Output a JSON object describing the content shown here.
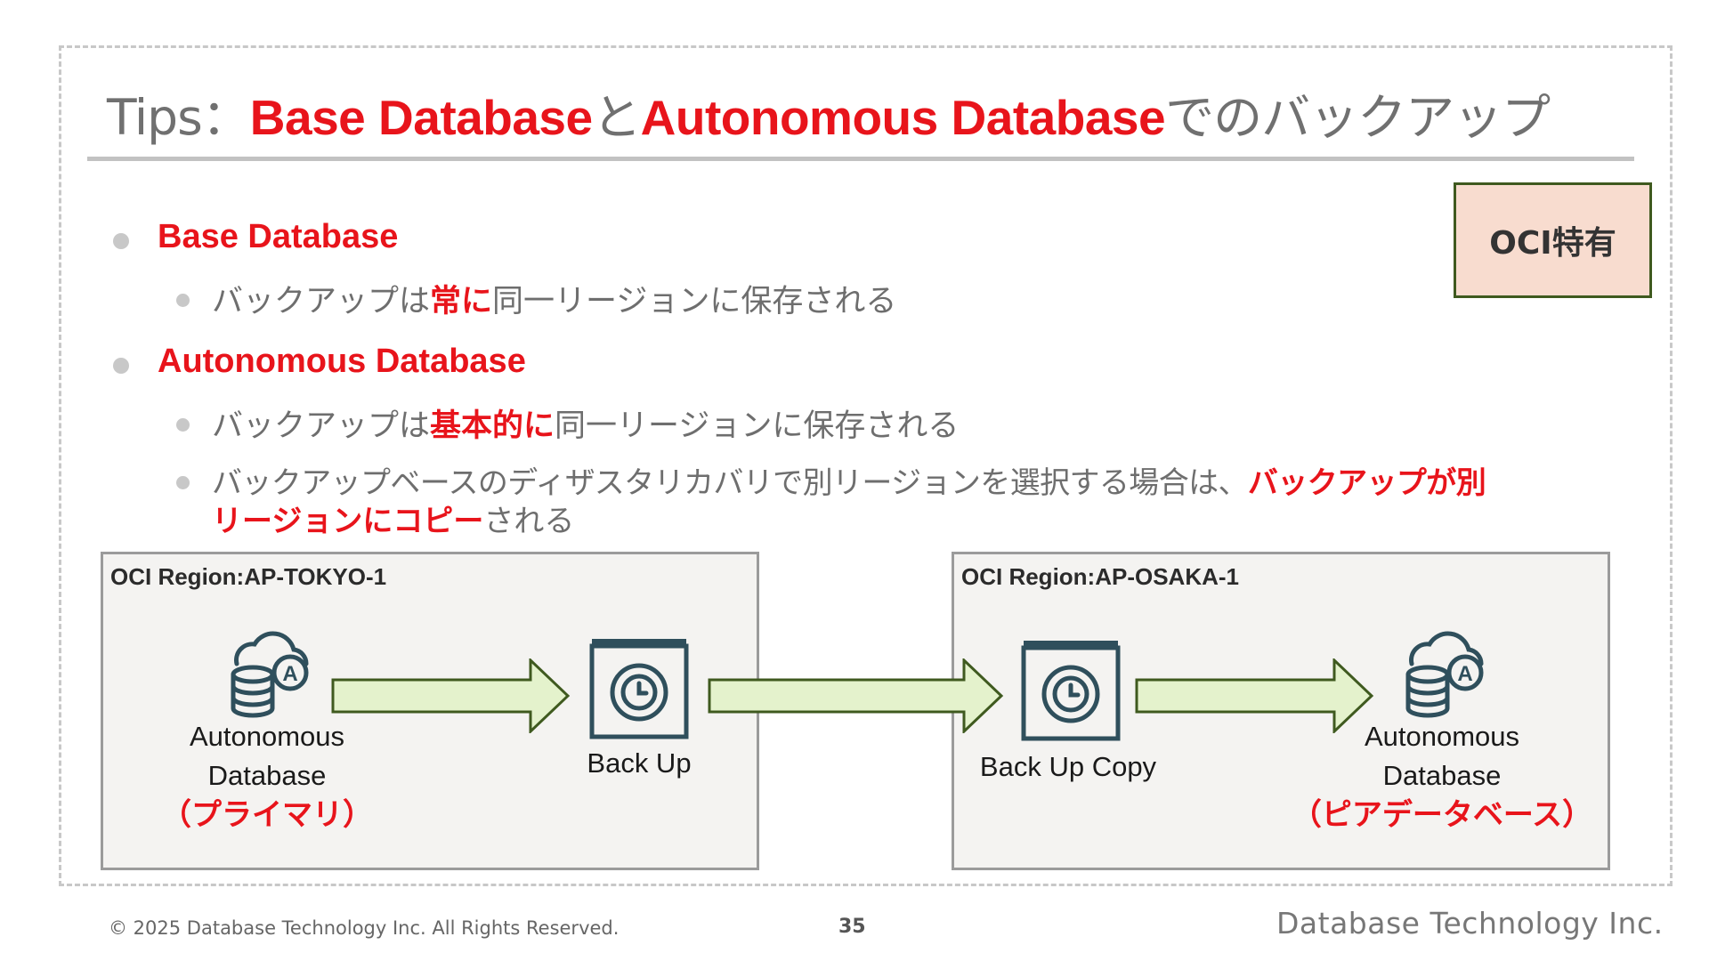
{
  "title": {
    "prefix": "Tips：",
    "red1": "Base Database",
    "mid": "と",
    "red2": "Autonomous Database",
    "suffix": "でのバックアップ"
  },
  "badge": "OCI特有",
  "bullets": {
    "base": {
      "heading": "Base Database",
      "items": [
        {
          "pre": "バックアップは",
          "em": "常に",
          "post": "同一リージョンに保存される"
        }
      ]
    },
    "adb": {
      "heading": "Autonomous Database",
      "items": [
        {
          "pre": "バックアップは",
          "em": "基本的に",
          "post": "同一リージョンに保存される"
        },
        {
          "line1_pre": "バックアップベースのディザスタリカバリで別リージョンを選択する場合は、",
          "line1_em": "バックアップが別",
          "line2_em": "リージョンにコピー",
          "line2_post": "される"
        }
      ]
    }
  },
  "diagram": {
    "region_tokyo": "OCI Region:AP-TOKYO-1",
    "region_osaka": "OCI Region:AP-OSAKA-1",
    "primary": {
      "line1": "Autonomous",
      "line2": "Database",
      "sub": "（プライマリ）"
    },
    "backup": {
      "label": "Back Up"
    },
    "backup_copy": {
      "label": "Back Up Copy"
    },
    "peer": {
      "line1": "Autonomous",
      "line2": "Database",
      "sub": "（ピアデータベース）"
    }
  },
  "footer": {
    "copyright": "© 2025 Database Technology Inc. All Rights Reserved.",
    "page": "35",
    "brand": "Database Technology Inc."
  },
  "colors": {
    "accent_red": "#e8141b",
    "arrow_fill": "#e4f2cc",
    "arrow_stroke": "#3f5a1f",
    "icon": "#2f4f5c",
    "badge_fill": "#f8dccf"
  }
}
